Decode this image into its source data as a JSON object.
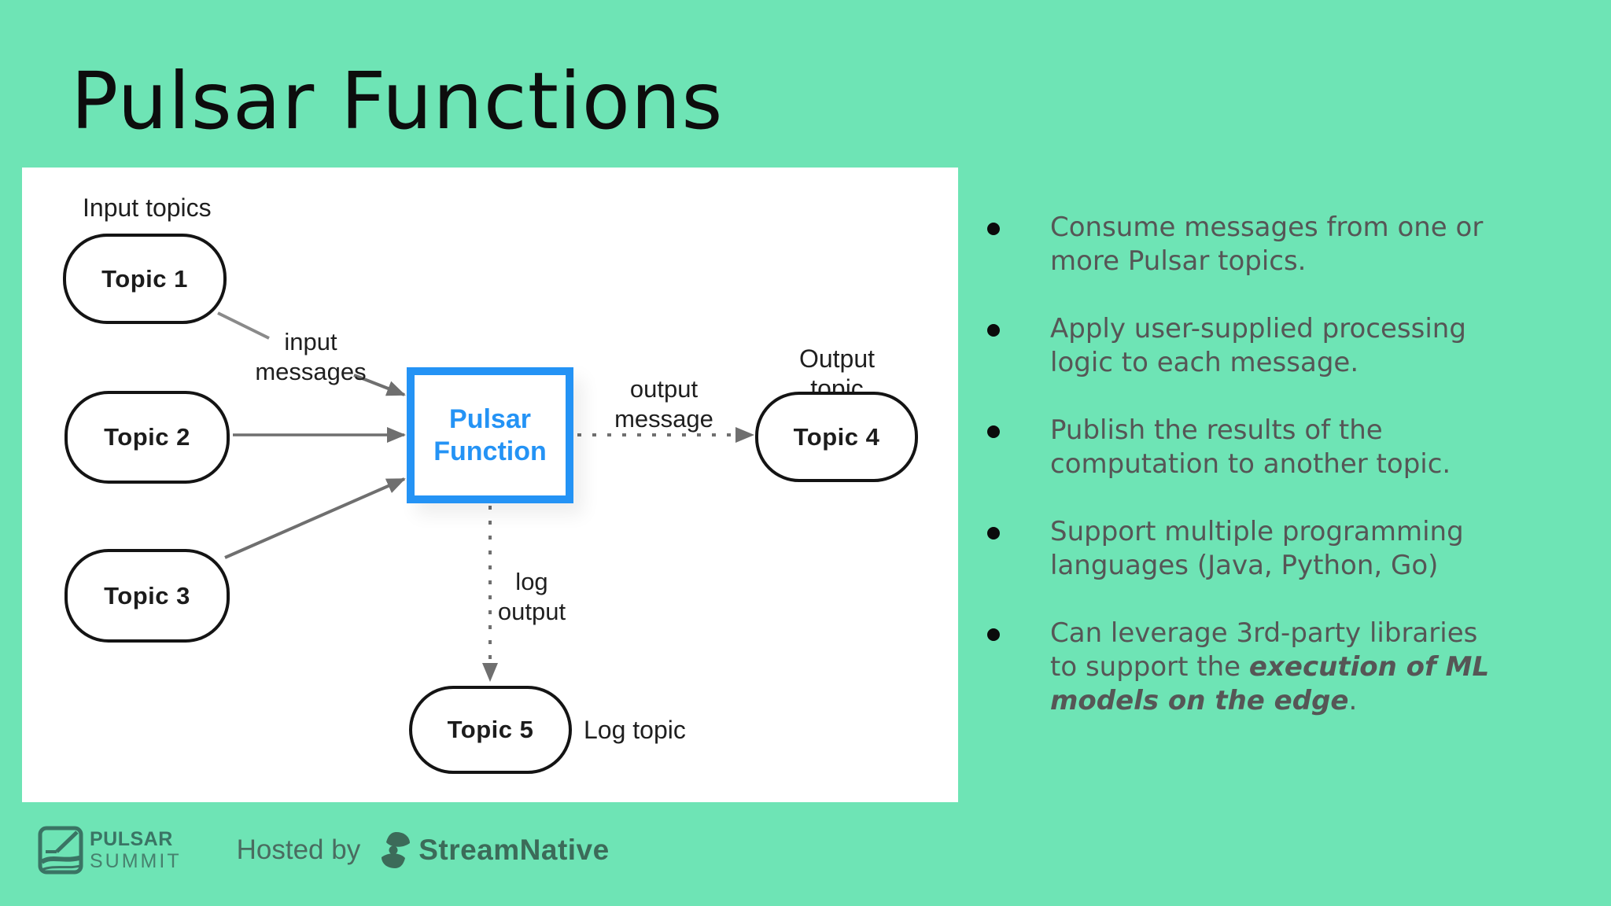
{
  "slide": {
    "title": "Pulsar Functions",
    "colors": {
      "background": "#6ee4b5",
      "accent_blue": "#2493f5",
      "arrow_gray": "#6f6f6f",
      "bullet_text": "#565656",
      "footer_green": "#3a7464"
    }
  },
  "diagram": {
    "input_topics_label": "Input topics",
    "output_topic_label": "Output topic",
    "log_topic_label": "Log topic",
    "function_label": "Pulsar\nFunction",
    "topics": [
      {
        "label": "Topic 1"
      },
      {
        "label": "Topic 2"
      },
      {
        "label": "Topic 3"
      },
      {
        "label": "Topic 4"
      },
      {
        "label": "Topic 5"
      }
    ],
    "edge_labels": {
      "input_messages": "input\nmessages",
      "output_message": "output\nmessage",
      "log_output": "log\noutput"
    }
  },
  "bullets": [
    {
      "text": "Consume messages from one or\nmore Pulsar topics."
    },
    {
      "text": "Apply user-supplied processing\nlogic to each message."
    },
    {
      "text": "Publish the results of the\ncomputation to another topic."
    },
    {
      "text": "Support multiple programming\nlanguages (Java, Python, Go)"
    },
    {
      "text": "Can leverage 3rd-party libraries\nto support the ",
      "emphasis": "execution of ML\nmodels on the edge",
      "suffix": "."
    }
  ],
  "footer": {
    "pulsar_summit_line1": "PULSAR",
    "pulsar_summit_line2": "SUMMIT",
    "hosted_by": "Hosted by",
    "streamnative": "StreamNative"
  }
}
